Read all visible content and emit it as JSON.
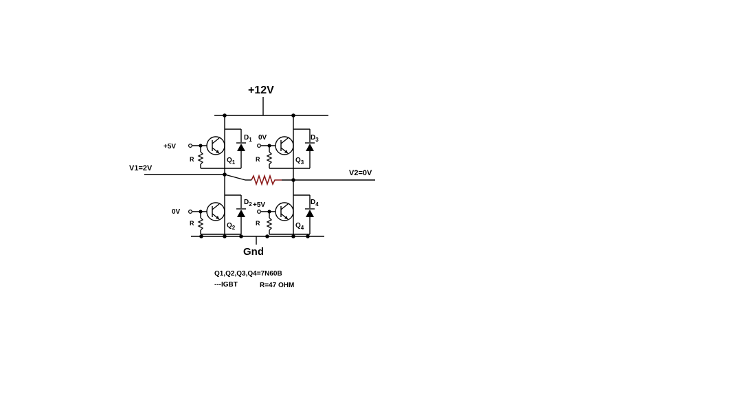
{
  "supply": {
    "label": "+12V"
  },
  "ground": {
    "label": "Gnd"
  },
  "nodes": {
    "v1": "V1=2V",
    "v2": "V2=0V"
  },
  "transistors": [
    {
      "id": "q1",
      "name": "Q",
      "sub": "1",
      "gate_voltage": "+5V",
      "diode": "D",
      "diode_sub": "1",
      "resistor": "R"
    },
    {
      "id": "q3",
      "name": "Q",
      "sub": "3",
      "gate_voltage": "0V",
      "diode": "D",
      "diode_sub": "3",
      "resistor": "R"
    },
    {
      "id": "q2",
      "name": "Q",
      "sub": "2",
      "gate_voltage": "0V",
      "diode": "D",
      "diode_sub": "2",
      "resistor": "R"
    },
    {
      "id": "q4",
      "name": "Q",
      "sub": "4",
      "gate_voltage": "+5V",
      "diode": "D",
      "diode_sub": "4",
      "resistor": "R"
    }
  ],
  "notes": {
    "line1": "Q1,Q2,Q3,Q4=7N60B",
    "line2": "---IGBT",
    "line3": "R=47  OHM"
  },
  "colors": {
    "wire": "#000000",
    "load_resistor": "#8b1a1a"
  }
}
